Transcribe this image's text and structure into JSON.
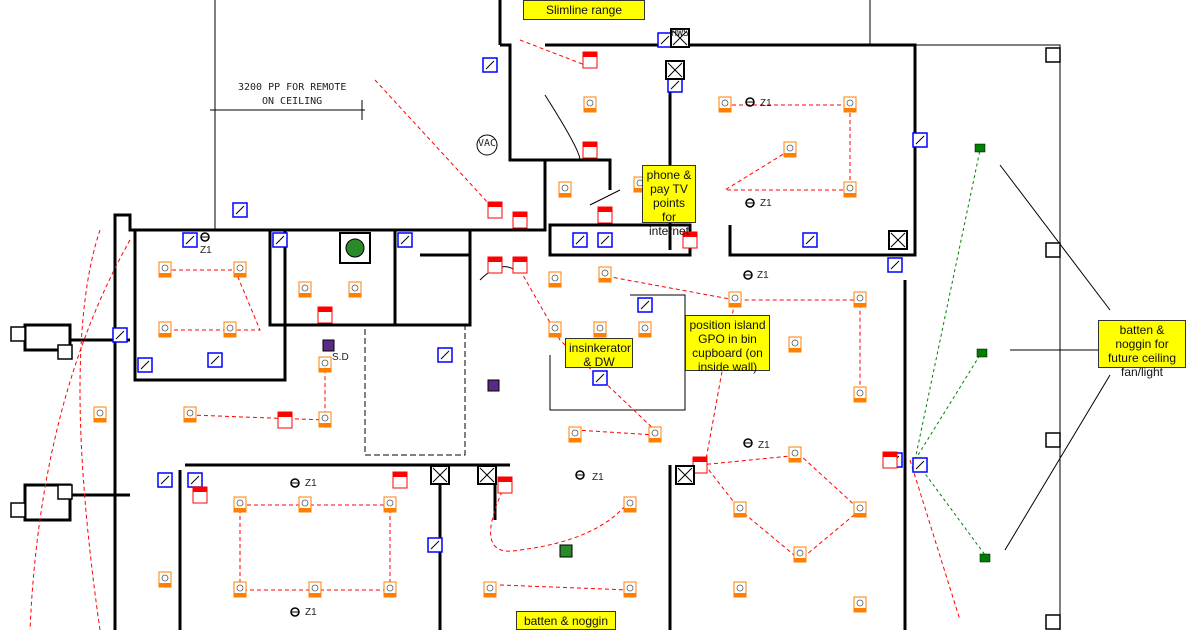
{
  "callouts": {
    "slimline": "Slimline range",
    "phone_tv": "phone & pay TV points for internet",
    "island_gpo": "position island GPO in bin cupboard (on inside wall)",
    "insinkerator": "insinkerator & DW",
    "batten_right": "batten & noggin for future ceiling fan/light",
    "batten_bottom": "batten & noggin"
  },
  "dimension": {
    "line1": "3200 PP FOR REMOTE",
    "line2": "ON CEILING"
  },
  "labels": {
    "zone": "Z1",
    "vac": "VAC",
    "hws": "HWS",
    "smoke": "S.D"
  },
  "colors": {
    "wall": "#000000",
    "wiring": "#ff0000",
    "light_point": "#ff7f00",
    "switch": "#0000ff",
    "gpo": "#ff0000",
    "batten": "#008000",
    "callout": "#ffff00"
  }
}
